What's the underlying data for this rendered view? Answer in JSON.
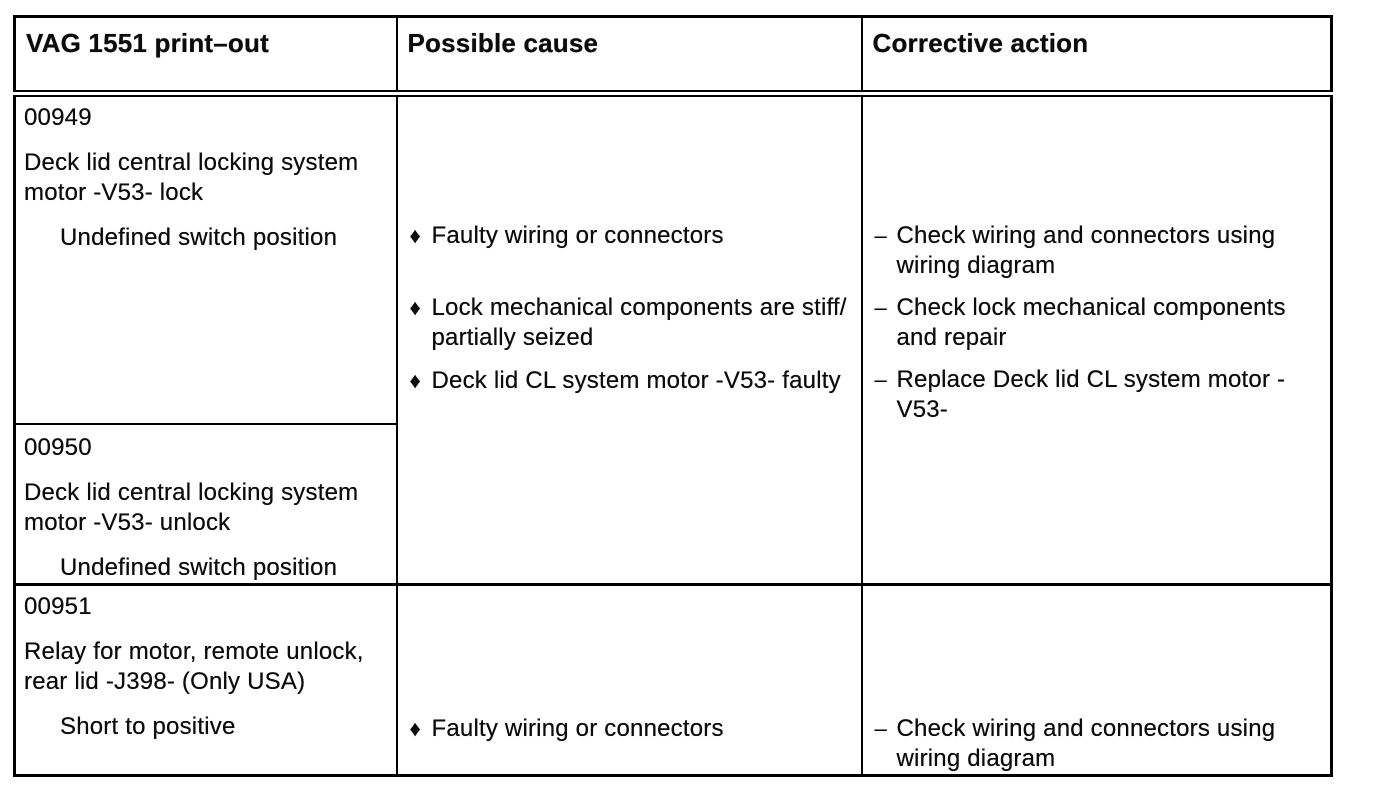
{
  "document": {
    "table": {
      "headers": [
        {
          "label": "VAG 1551 print–out"
        },
        {
          "label": "Possible cause"
        },
        {
          "label": "Corrective action"
        }
      ],
      "cause_bullet": "♦",
      "action_bullet": "–",
      "sections": [
        {
          "faults": [
            {
              "code": "00949",
              "component": "Deck lid central locking system motor -V53- lock",
              "symptom": "Undefined switch position"
            },
            {
              "code": "00950",
              "component": "Deck lid central locking system motor -V53- unlock",
              "symptom": "Undefined switch position"
            }
          ],
          "causes": [
            "Faulty wiring or connectors",
            "Lock mechanical components are stiff/ partially seized",
            "Deck lid CL system motor -V53- faulty"
          ],
          "actions": [
            "Check wiring and connectors using wiring diagram",
            "Check lock mechanical components and repair",
            "Replace Deck lid CL system motor -V53-"
          ]
        },
        {
          "faults": [
            {
              "code": "00951",
              "component": "Relay for motor, remote unlock, rear lid -J398- (Only USA)",
              "symptom": "Short to positive"
            }
          ],
          "causes": [
            "Faulty wiring or connectors"
          ],
          "actions": [
            "Check wiring and connectors using wiring diagram"
          ]
        }
      ]
    }
  },
  "colors": {
    "ink": "#0c0c0c",
    "paper": "#ffffff",
    "rule": "#000000"
  }
}
